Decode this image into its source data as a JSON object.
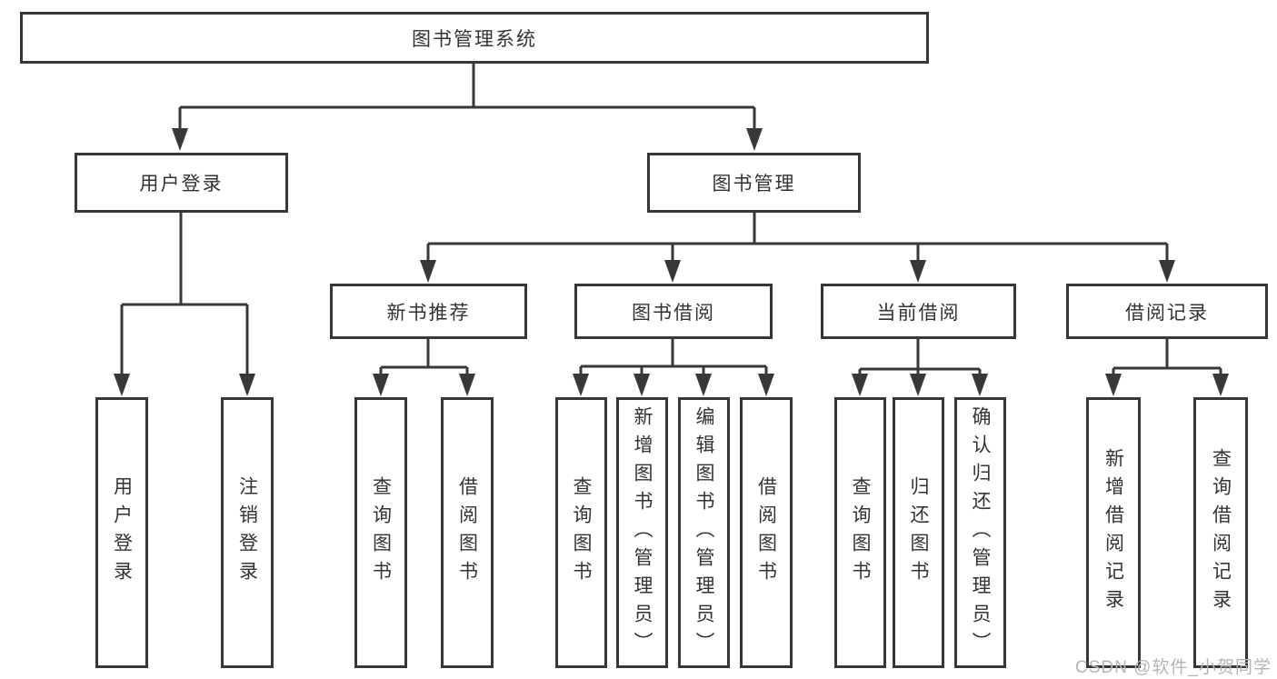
{
  "diagram": {
    "watermark": "CSDN @软件_小贺同学",
    "colors": {
      "line": "#383838",
      "box_border": "#373737",
      "text": "#333333",
      "box_background": "#ffffff",
      "watermark": "#b5b5b5"
    },
    "tree": {
      "root": {
        "label": "图书管理系统",
        "children": [
          {
            "label": "用户登录",
            "children": [
              {
                "label": "用户登录"
              },
              {
                "label": "注销登录"
              }
            ]
          },
          {
            "label": "图书管理",
            "children": [
              {
                "label": "新书推荐",
                "children": [
                  {
                    "label": "查询图书"
                  },
                  {
                    "label": "借阅图书"
                  }
                ]
              },
              {
                "label": "图书借阅",
                "children": [
                  {
                    "label": "查询图书"
                  },
                  {
                    "label": "新增图书（管理员）"
                  },
                  {
                    "label": "编辑图书（管理员）"
                  },
                  {
                    "label": "借阅图书"
                  }
                ]
              },
              {
                "label": "当前借阅",
                "children": [
                  {
                    "label": "查询图书"
                  },
                  {
                    "label": "归还图书"
                  },
                  {
                    "label": "确认归还（管理员）"
                  }
                ]
              },
              {
                "label": "借阅记录",
                "children": [
                  {
                    "label": "新增借阅记录"
                  },
                  {
                    "label": "查询借阅记录"
                  }
                ]
              }
            ]
          }
        ]
      }
    }
  }
}
